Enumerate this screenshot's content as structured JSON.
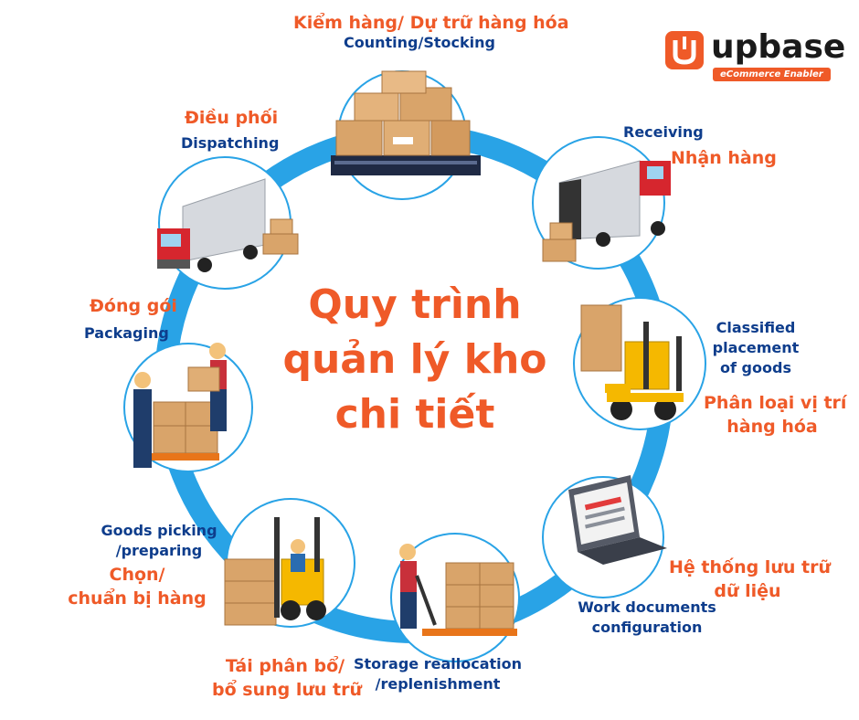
{
  "logo": {
    "name": "upbase",
    "tagline": "eCommerce Enabler"
  },
  "title_lines": [
    "Quy trình",
    "quản lý kho",
    "chi tiết"
  ],
  "steps": [
    {
      "vi": "Kiểm hàng/ Dự trữ hàng hóa",
      "en": "Counting/Stocking"
    },
    {
      "en": "Receiving",
      "vi": "Nhận hàng"
    },
    {
      "en_lines": [
        "Classified",
        "placement",
        "of goods"
      ],
      "vi_lines": [
        "Phân loại vị trí",
        "hàng hóa"
      ]
    },
    {
      "vi_lines": [
        "Hệ thống lưu trữ",
        "dữ liệu"
      ],
      "en_lines": [
        "Work documents",
        "configuration"
      ]
    },
    {
      "en_lines": [
        "Storage reallocation",
        "/replenishment"
      ],
      "vi_lines": [
        "Tái phân bổ/",
        "bổ sung lưu trữ"
      ]
    },
    {
      "en_lines": [
        "Goods picking",
        "/preparing"
      ],
      "vi_lines": [
        "Chọn/",
        "chuẩn bị hàng"
      ]
    },
    {
      "vi": "Đóng gói",
      "en": "Packaging"
    },
    {
      "vi": "Điều phối",
      "en": "Dispatching"
    }
  ],
  "colors": {
    "accent": "#ef5a28",
    "navy": "#0e3d8c",
    "ring": "#29a3e6"
  }
}
